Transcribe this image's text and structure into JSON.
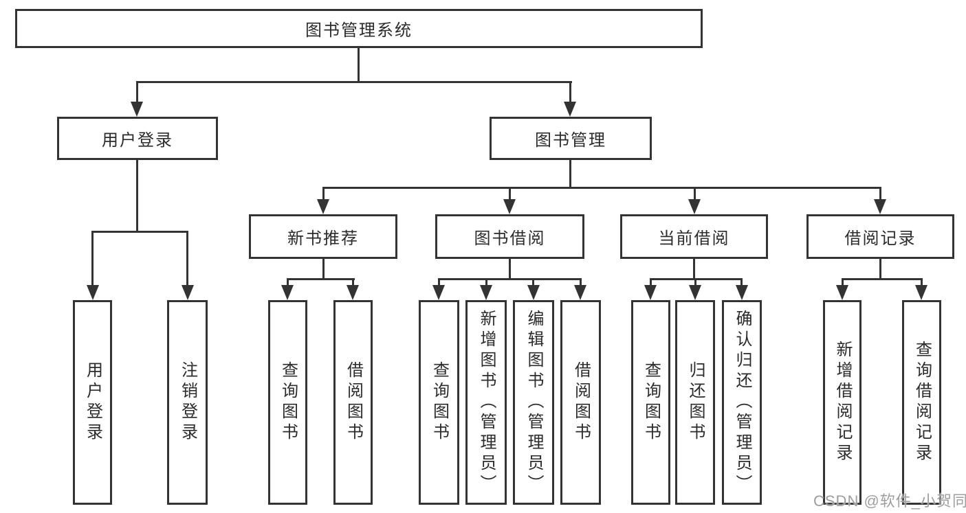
{
  "colors": {
    "line": "#333333",
    "text": "#2b2b2b",
    "background": "#ffffff",
    "watermark": "#9e9e9e"
  },
  "watermark": "CSDN @软件_小贺同学",
  "tree": {
    "label": "图书管理系统",
    "children": [
      {
        "label": "用户登录",
        "children": [
          {
            "label": "用户登录"
          },
          {
            "label": "注销登录"
          }
        ]
      },
      {
        "label": "图书管理",
        "children": [
          {
            "label": "新书推荐",
            "children": [
              {
                "label": "查询图书"
              },
              {
                "label": "借阅图书"
              }
            ]
          },
          {
            "label": "图书借阅",
            "children": [
              {
                "label": "查询图书"
              },
              {
                "label": "新增图书（管理员）"
              },
              {
                "label": "编辑图书（管理员）"
              },
              {
                "label": "借阅图书"
              }
            ]
          },
          {
            "label": "当前借阅",
            "children": [
              {
                "label": "查询图书"
              },
              {
                "label": "归还图书"
              },
              {
                "label": "确认归还（管理员）"
              }
            ]
          },
          {
            "label": "借阅记录",
            "children": [
              {
                "label": "新增借阅记录"
              },
              {
                "label": "查询借阅记录"
              }
            ]
          }
        ]
      }
    ]
  }
}
